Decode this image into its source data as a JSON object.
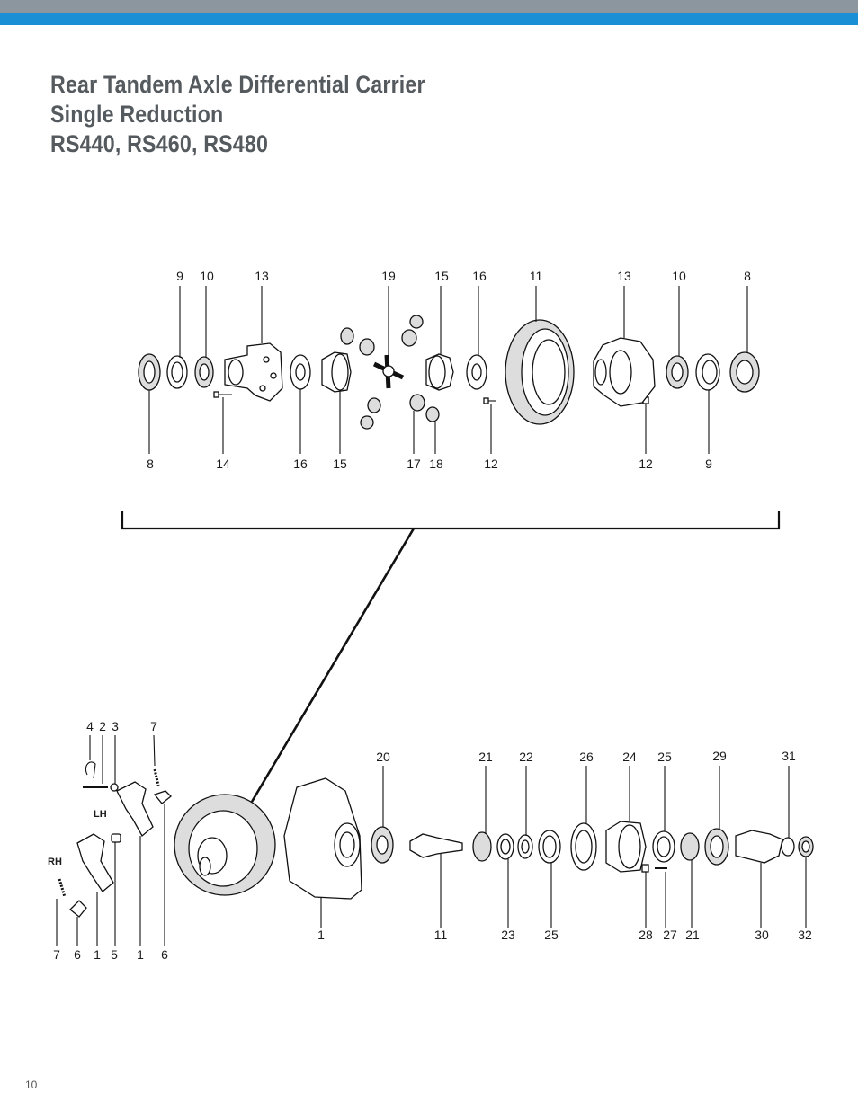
{
  "header": {
    "accent_gray": "#8c969e",
    "accent_blue": "#1a8fd6"
  },
  "title": {
    "line1": "Rear Tandem Axle Differential Carrier",
    "line2": "Single Reduction",
    "line3": "RS440, RS460, RS480"
  },
  "diagram": {
    "upper_top_callouts": [
      "9",
      "10",
      "13",
      "19",
      "15",
      "16",
      "11",
      "13",
      "10",
      "8"
    ],
    "upper_bottom_callouts": [
      "8",
      "14",
      "16",
      "15",
      "17",
      "18",
      "12",
      "12",
      "9"
    ],
    "lower_top_callouts": [
      "4",
      "2",
      "3",
      "7",
      "20",
      "21",
      "22",
      "26",
      "24",
      "25",
      "29",
      "31"
    ],
    "lower_bottom_callouts": [
      "7",
      "6",
      "1",
      "5",
      "1",
      "6",
      "1",
      "11",
      "23",
      "25",
      "28",
      "27",
      "21",
      "30",
      "32"
    ],
    "side_labels": {
      "lh": "LH",
      "rh": "RH"
    }
  },
  "footer": {
    "page_number": "10"
  }
}
